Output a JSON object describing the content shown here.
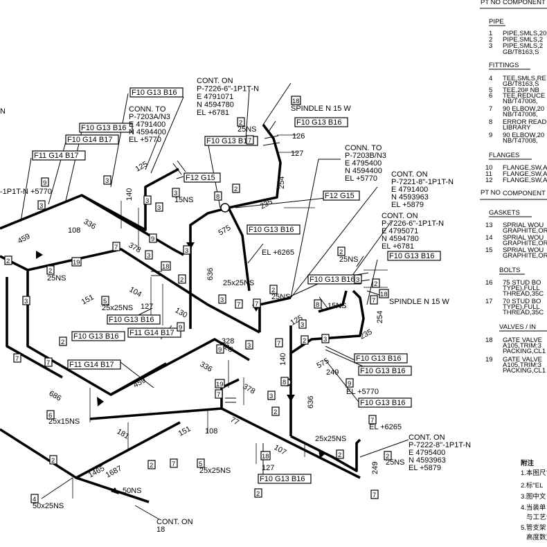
{
  "title_block": {
    "header": [
      "PT NO",
      "COMPONENT"
    ],
    "sections": [
      {
        "title": "PIPE",
        "items": [
          {
            "no": "1",
            "text": "PIPE,SMLS,20"
          },
          {
            "no": "2",
            "text": "PIPE,SMLS,2"
          },
          {
            "no": "3",
            "text": "PIPE,SMLS,2"
          },
          {
            "no": "",
            "text": "GB/T8163,S"
          }
        ]
      },
      {
        "title": "FITTINGS",
        "items": [
          {
            "no": "4",
            "text": "TEE,SMLS,RE"
          },
          {
            "no": "",
            "text": "GB/T8163,S"
          },
          {
            "no": "5",
            "text": "TEE,20# NB"
          },
          {
            "no": "6",
            "text": "TEE,REDUCE"
          },
          {
            "no": "",
            "text": "NB/T47008,"
          },
          {
            "no": "7",
            "text": "90 ELBOW,20"
          },
          {
            "no": "",
            "text": "NB/T47008,"
          },
          {
            "no": "8",
            "text": "ERROR READ"
          },
          {
            "no": "",
            "text": "LIBRARY"
          },
          {
            "no": "9",
            "text": "90 ELBOW,20"
          },
          {
            "no": "",
            "text": "NB/T47008,"
          }
        ]
      },
      {
        "title": "FLANGES",
        "items": [
          {
            "no": "10",
            "text": "FLANGE,SW,A"
          },
          {
            "no": "11",
            "text": "FLANGE,SW,A"
          },
          {
            "no": "12",
            "text": "FLANGE,SW,A"
          }
        ]
      },
      {
        "title": "GASKETS",
        "items": [
          {
            "no": "13",
            "text": "SPRIAL WOU"
          },
          {
            "no": "",
            "text": "GRAPHITE,OR"
          },
          {
            "no": "14",
            "text": "SPRIAL WOU"
          },
          {
            "no": "",
            "text": "GRAPHITE,OR"
          },
          {
            "no": "15",
            "text": "SPRIAL WOU"
          },
          {
            "no": "",
            "text": "GRAPHITE,OR"
          }
        ]
      },
      {
        "title": "BOLTS",
        "items": [
          {
            "no": "16",
            "text": "75 STUD BO"
          },
          {
            "no": "",
            "text": "TYPE),FULL"
          },
          {
            "no": "",
            "text": "THREAD,35C"
          },
          {
            "no": "17",
            "text": "70 STUD BO"
          },
          {
            "no": "",
            "text": "TYPE),FULL"
          },
          {
            "no": "",
            "text": "THREAD,35C"
          }
        ]
      },
      {
        "title": "VALVES / IN",
        "items": [
          {
            "no": "18",
            "text": "GATE VALVE"
          },
          {
            "no": "",
            "text": "A105,TRIM:3"
          },
          {
            "no": "",
            "text": "PACKING,CL1"
          },
          {
            "no": "19",
            "text": "GATE VALVE"
          },
          {
            "no": "",
            "text": "A105,TRIM:3"
          },
          {
            "no": "",
            "text": "PACKING,CL1"
          }
        ]
      }
    ],
    "mid_header": [
      "PT NO",
      "COMPONENT"
    ],
    "notes": {
      "heading": "附注",
      "lines": [
        "1.本图尺寸",
        "2.标\"EL",
        "3.图中文",
        "4.当装单",
        "与工艺专",
        "5.管支架",
        "高度数文"
      ]
    }
  },
  "callouts": [
    {
      "lines": [
        "CONT. ON",
        "P-7226-6\"-1P1T-N",
        "E 4791071",
        "N 4594780",
        "EL +6781"
      ]
    },
    {
      "lines": [
        "CONN. TO",
        "P-7203A/N3",
        "E 4791400",
        "N 4594400",
        "EL +5770"
      ]
    },
    {
      "lines": [
        "CONN. TO",
        "P-7203B/N3",
        "E 4795400",
        "N 4594400",
        "EL +5770"
      ]
    },
    {
      "lines": [
        "CONT. ON",
        "P-7221-8\"-1P1T-N",
        "E 4791400",
        "N 4593963",
        "EL +5879"
      ]
    },
    {
      "lines": [
        "CONT. ON",
        "P-7226-6\"-1P1T-N",
        "E 4795071",
        "N 4594780",
        "EL +6781"
      ]
    },
    {
      "lines": [
        "CONT. ON",
        "P-7222-8\"-1P1T-N",
        "E 4795400",
        "N 4593963",
        "EL +5879"
      ]
    },
    {
      "lines": [
        "CONT. ON",
        "18"
      ]
    }
  ],
  "grid_boxes": [
    "F10 G13 B16",
    "F10 G13 B16",
    "F10 G13 B16",
    "F10 G14 B17",
    "F11 G14 B17",
    "F12 G15",
    "F10 G13 B16",
    "F10 G13 B16",
    "F12 G15",
    "F10 G13 B16",
    "F10 G13 B16",
    "F10 G13 B16",
    "F10 G13 B16",
    "F11 G14 B17",
    "F11 G14 B17",
    "F10 G13 B16",
    "F10 G13 B16",
    "F10 G13 B16",
    "F10 G13 B16"
  ],
  "dimensions": [
    "336",
    "378",
    "459",
    "108",
    "140",
    "125",
    "104",
    "127",
    "130",
    "151",
    "686",
    "181",
    "1465",
    "1687",
    "328",
    "336",
    "378",
    "459",
    "575",
    "636",
    "235",
    "254",
    "126",
    "127",
    "254",
    "235",
    "575",
    "249",
    "636",
    "107",
    "127",
    "77",
    "108",
    "151",
    "140",
    "125",
    "328",
    "249"
  ],
  "labels": [
    "SPINDLE N 15 W",
    "SPINDLE N 15 W",
    "25NS",
    "25NS",
    "15NS",
    "EL +6265",
    "25x25NS",
    "25NS",
    "25NS",
    "15NS",
    "25x25NS",
    "EL +5770",
    "EL +6265",
    "25x25NS",
    "25NS",
    "25x15NS",
    "50x25NS",
    "50NS",
    "-1P1T-N +5770",
    "25x25NS",
    "N"
  ],
  "part_tags": [
    "2",
    "3",
    "4",
    "5",
    "6",
    "7",
    "8",
    "9",
    "18",
    "19"
  ]
}
